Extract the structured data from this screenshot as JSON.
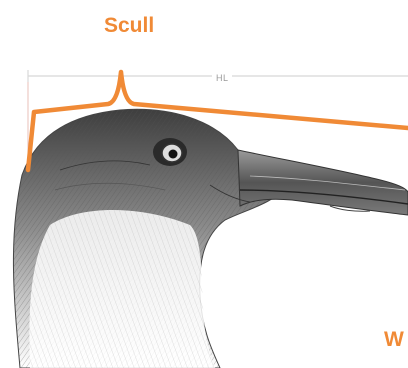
{
  "labels": {
    "scull": "Scull",
    "hl": "HL",
    "w": "W"
  },
  "colors": {
    "accent": "#f08a36",
    "ink": "#2c2c2c",
    "measure_line": "#d8d8d8",
    "background": "#ffffff"
  },
  "illustration": {
    "subject": "gull-head-illustration"
  }
}
